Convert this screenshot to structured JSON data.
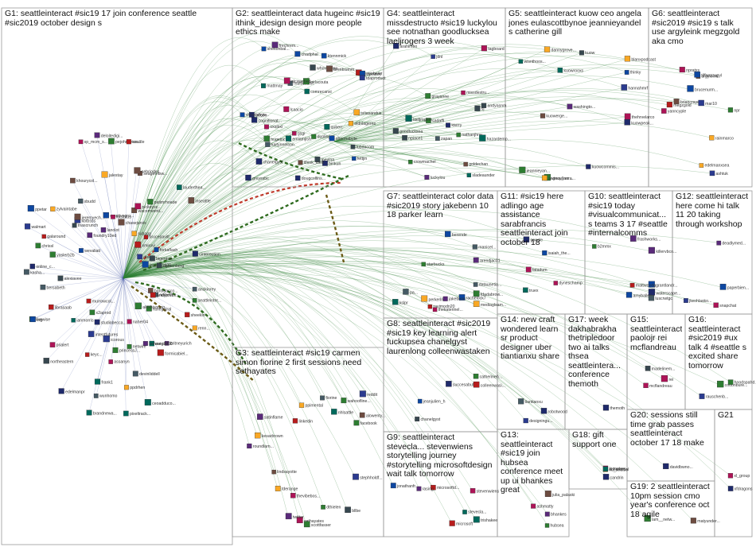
{
  "groups": [
    {
      "id": "G1",
      "title": "G1: seattleinteract #sic19 17 join conference seattle #sic2019 october design s"
    },
    {
      "id": "G2",
      "title": "G2: seattleinteract data hugeinc #sic19 ithink_idesign design more people ethics make"
    },
    {
      "id": "G3",
      "title": "G3: seattleinteract #sic19 carmen simon fiorine 2 first sessions need sethayates"
    },
    {
      "id": "G4",
      "title": "G4: seattleinteract missdestructo #sic19 luckylou see notnathan goodlucksea laeljrogers 3 week"
    },
    {
      "id": "G5",
      "title": "G5: seattleinteract kuow ceo angela jones eulascottbynoe jeannieyandel s catherine gill"
    },
    {
      "id": "G6",
      "title": "G6: seattleinteract #sic2019 #sic19 s talk use argyleink megzgold aka cmo"
    },
    {
      "id": "G7",
      "title": "G7: seattleinteract color data #sic2019 story jakebenn 10 18 parker learn"
    },
    {
      "id": "G8",
      "title": "G8: seattleinteract #sic2019 #sic19 key learning alert fuckupsea chanelgyst laurenlong colleenwastaken"
    },
    {
      "id": "G9",
      "title": "G9: seattleinteract stevecla... stevenwiens storytelling journey #storytelling microsoftdesign wait talk tomorrow"
    },
    {
      "id": "G10",
      "title": "G10: seattleinteract #sic19 today #visualcommunicat... s teams 3 17 #seattle #internalcomms"
    },
    {
      "id": "G11",
      "title": "G11: #sic19 here adlingo age assistance sarabfrancis seattleinteract join october 18"
    },
    {
      "id": "G12",
      "title": "G12: seattleinteract here come hi talk 11 20 taking through workshop"
    },
    {
      "id": "G13",
      "title": "G13: seattleinteract #sic19 join hubsea conference meet up ui bhankes great"
    },
    {
      "id": "G14",
      "title": "G14: new craft wondered learn sr product designer uber tiantianxu share"
    },
    {
      "id": "G15",
      "title": "G15: seattleinteract paolojr rei mcflandreau"
    },
    {
      "id": "G16",
      "title": "G16: seattleinteract #sic2019 #ux talk 4 #seattle s excited share tomorrow"
    },
    {
      "id": "G17",
      "title": "G17: week dakhabrakha thetripledoor two ai talks thsea seattleintera... conference themoth"
    },
    {
      "id": "G18",
      "title": "G18: gift support one"
    },
    {
      "id": "G19",
      "title": "G19: 2 seattleinteract 10pm session cmo year's conference oct 18 agile"
    },
    {
      "id": "G20",
      "title": "G20: sessions still time grab passes seattleinteract october 17 18 make"
    },
    {
      "id": "G21",
      "title": "G21"
    }
  ],
  "nodes": {
    "G1": [
      "seattleinter...",
      "baroiuasco...",
      "ndibeth",
      "andypress...",
      "sheekin",
      "renn...",
      "ranegujral",
      "britneyurich",
      "alexhiyoung",
      "formicabiel...",
      "meg2906",
      "behavioral...",
      "naher04",
      "ceoadduco...",
      "devinliddell",
      "netwire",
      "ppdrhen",
      "princessJ...",
      "pixeltrack...",
      "assanyn",
      "icorous",
      "frank1",
      "wunhomo",
      "brandnewa...",
      "studiobecca...",
      "keyc...",
      "intentfutures",
      "edelmanpr",
      "x2aprod",
      "prialert",
      "northeastern",
      "ianmorris",
      "murrowcol...",
      "librasaab",
      "likewise",
      "crg",
      "bersabeth",
      "alexiavee",
      "kasha...",
      "online_c...",
      "yaslerb2b",
      "chrissl",
      "galaround",
      "walmart",
      "wevaliati",
      "ppetar",
      "tnascrunch",
      "zylvaintabe",
      "kbtbsss",
      "jeremyech...",
      "foundry10ed",
      "xbudd",
      "khourycol...",
      "lanolot",
      "sp_mcm_s...",
      "deloitedigi...",
      "creativegro...",
      "jalestay",
      "pejohnovics...",
      "kksiatus",
      "seattle",
      "chasejarvis",
      "seagetnlsw...",
      "sebriodes",
      "wacomventi...",
      "pickeysc...",
      "patimrhoade",
      "suboop",
      "lauderthea...",
      "xmirovi",
      "brucepavitt",
      "inseattle",
      "dnaut",
      "forkaflash",
      "bigentsis",
      "league1926",
      "cinterection",
      "dgreenberg",
      "anskinrey"
    ],
    "G2": [
      "chanelgyst",
      "frechrem...",
      "duolingo",
      "uxsibxi",
      "byronbeier",
      "adobe",
      "shormabyte",
      "dougcollins...",
      "fettjin",
      "kaitynnelson",
      "binkun",
      "chadphal",
      "comrecanxi",
      "cognitionat...",
      "whovasupp...",
      "mattmay",
      "jpevina",
      "lubdacom",
      "zipcunxi",
      "brentsumm...",
      "tdaproduct",
      "ithink_idesi...",
      "victorlahyo...",
      "quberr",
      "emiamjish",
      "multicesh...",
      "girlscouta",
      "lcaacio",
      "alcxwebed...",
      "sheltonbal...",
      "greyssbc",
      "ktennmick",
      "gsgi",
      "hugeinc",
      "juliasandus...",
      "oldnlagerns"
    ],
    "G3": [
      "thevibebos...",
      "fiorine",
      "ppimental",
      "reddit",
      "dthielen",
      "satinflame",
      "alowenty...",
      "kesarbrown",
      "lindsayotte",
      "bllbe",
      "facebook",
      "sethayates",
      "tderange",
      "linkedin",
      "twitter",
      "roundlarn...",
      "scottfasser",
      "nhlsattle",
      "stephholdf...",
      "wahoofline..."
    ],
    "G4": [
      "nathanjhrw...",
      "tagboard",
      "sadaffi",
      "sj",
      "grayanne",
      "crowmachel",
      "npiace1",
      "hazardemp...",
      "missdestru...",
      "luckylou",
      "goodlucksea",
      "zapan",
      "arahimbo",
      "goldechan",
      "laeljrogers",
      "andyasnm",
      "jdnl",
      "kterry",
      "sladeaunder"
    ],
    "G5": [
      "kuowpeak...",
      "vinay_nara...",
      "segecullam...",
      "kuowcommis...",
      "jeannieyan...",
      "kuowerge...",
      "kuowrooxs",
      "kuow",
      "wisnthoos...",
      "blanxpodcast",
      "dannygrove...",
      "washingto...",
      "hannahmrf",
      "thehrvelarco",
      "thinky"
    ],
    "G6": [
      "yanncyple",
      "ashtuk",
      "megzgold",
      "brucenurm...",
      "npr",
      "npratxs",
      "rainmarco",
      "briancrayes",
      "edelmanxsea",
      "argyleink",
      "mar10",
      "tiffanzzugyl"
    ],
    "G7": [
      "starbucks",
      "mediaglsam...",
      "kslpr",
      "pa...",
      "berende",
      "perkerlm",
      "manicel...",
      "fdadabrow...",
      "dataunetia...",
      "arendjac01",
      "rachelock7",
      "thekaterinel...",
      "ravimodn20",
      "jakebenn"
    ],
    "G8": [
      "succesabut...",
      "chanelgyst",
      "colleenwasi...",
      "catherineh...",
      "jeanjulien_h"
    ],
    "G9": [
      "stevenwiens",
      "microsoft",
      "trishakee",
      "stevecla...",
      "jonathanfr...",
      "microsoftd...",
      "rasing"
    ],
    "G10": [
      "b2mmx",
      "waterscape...",
      "killervbco...",
      "frashworks...",
      "grantlandr...",
      "amyballeti",
      "mattwoodg...",
      "luscrwtgc"
    ],
    "G11": [
      "google",
      "truex",
      "dyneschamp",
      "fatadum",
      "isaiah_the..."
    ],
    "G12": [
      "snapchat",
      "paperbien...",
      "deadlymed...",
      "jiwohlasko..."
    ],
    "G13": [
      "hubsea",
      "bhankes",
      "ashmatty",
      "julia_palaski"
    ],
    "G14": [
      "robotwood",
      "tiantianxu",
      "designingu..."
    ],
    "G15": [
      "mcflandreau",
      "rei",
      "madelinem..."
    ],
    "G16": [
      "cottonbure...",
      "hoodspahd...",
      "rauschenb..."
    ],
    "G17": [
      "themoth"
    ],
    "G18": [
      "locnates",
      "nu_seattle",
      "candrin",
      "substantial"
    ],
    "G19": [
      "lam__netw...",
      "matyunder..."
    ],
    "G20": [
      "davidbwno..."
    ],
    "G21": [
      "xl_group",
      "xfdragons"
    ]
  }
}
